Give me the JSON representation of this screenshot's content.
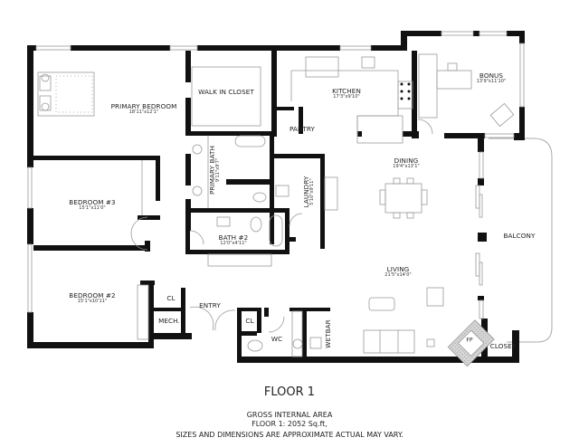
{
  "floor_title": "FLOOR 1",
  "area": {
    "heading": "GROSS INTERNAL AREA",
    "floor_line": "FLOOR 1: 2052 Sq.ft,",
    "disclaimer": "SIZES AND DIMENSIONS ARE APPROXIMATE ACTUAL MAY VARY."
  },
  "rooms": {
    "primary_bedroom": {
      "name": "PRIMARY BEDROOM",
      "dims": "18'11\"x12'1\""
    },
    "walk_in_closet": {
      "name": "WALK IN CLOSET"
    },
    "kitchen": {
      "name": "KITCHEN",
      "dims": "17'3\"x9'10\""
    },
    "bonus": {
      "name": "BONUS",
      "dims": "13'9\"x11'10\""
    },
    "pantry": {
      "name": "PANTRY"
    },
    "primary_bath": {
      "name": "PRIMARY BATH",
      "dims": "9'11\"x9'7\""
    },
    "laundry": {
      "name": "LAUNDRY",
      "dims": "5'10\"x9'11\""
    },
    "dining": {
      "name": "DINING",
      "dims": "19'4\"x13'1\""
    },
    "bedroom3": {
      "name": "BEDROOM #3",
      "dims": "15'1\"x11'0\""
    },
    "bath2": {
      "name": "BATH #2",
      "dims": "12'0\"x4'11\""
    },
    "balcony": {
      "name": "BALCONY"
    },
    "living": {
      "name": "LIVING",
      "dims": "21'5\"x14'0\""
    },
    "bedroom2": {
      "name": "BEDROOM #2",
      "dims": "15'1\"x10'11\""
    },
    "cl1": {
      "name": "CL"
    },
    "mech": {
      "name": "MECH."
    },
    "entry": {
      "name": "ENTRY"
    },
    "cl2": {
      "name": "CL"
    },
    "wc": {
      "name": "WC"
    },
    "wetbar": {
      "name": "WETBAR"
    },
    "fp": {
      "name": "FP"
    },
    "closet": {
      "name": "CLOSET"
    }
  },
  "colors": {
    "wall": "#111111",
    "fixture": "#9a9a9a",
    "background": "#ffffff"
  }
}
